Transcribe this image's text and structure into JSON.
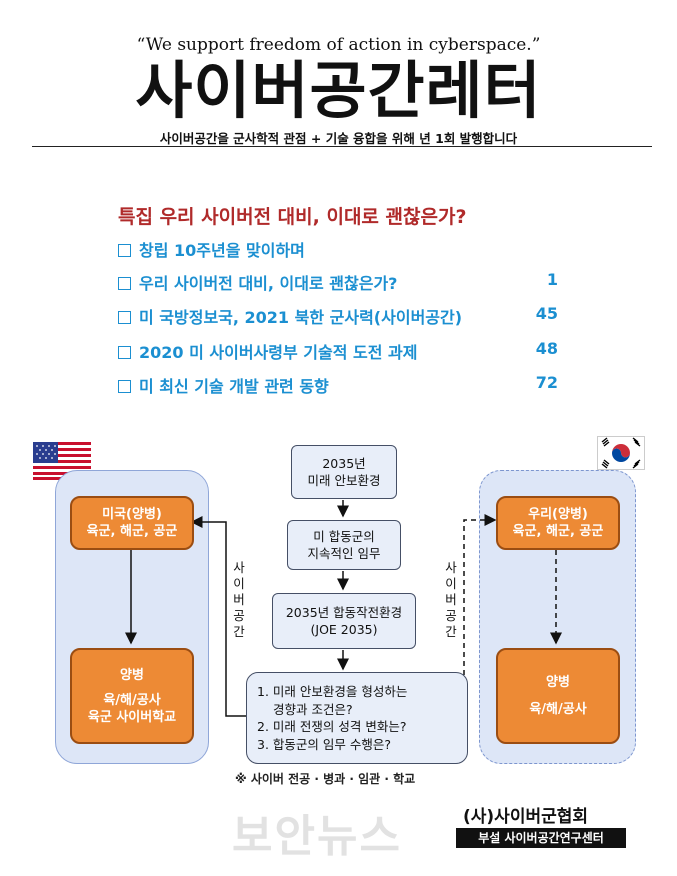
{
  "header": {
    "quote": "“We support freedom of action in cyberspace.”",
    "title": "사이버공간레터",
    "subtitle": "사이버공간을 군사학적 관점 + 기술 융합을 위해 년 1회 발행합니다"
  },
  "special": {
    "label": "특집 우리 사이버전 대비, 이대로 괜찮은가?"
  },
  "toc": [
    {
      "title": "창립 10주년을 맞이하며",
      "page": ""
    },
    {
      "title": "우리 사이버전 대비, 이대로 괜찮은가?",
      "page": "1"
    },
    {
      "title": "미 국방정보국, 2021 북한 군사력(사이버공간)",
      "page": "45"
    },
    {
      "title": "2020 미 사이버사령부 기술적 도전 과제",
      "page": "48"
    },
    {
      "title": "미 최신 기술 개발 관련 동향",
      "page": "72"
    }
  ],
  "diagram": {
    "us_top": [
      "미국(양병)",
      "육군, 해군, 공군"
    ],
    "us_bottom": [
      "양병",
      "",
      "육/해/공사",
      "육군 사이버학교"
    ],
    "kr_top": [
      "우리(양병)",
      "육군, 해군, 공군"
    ],
    "kr_bottom": [
      "양병",
      "",
      "육/해/공사"
    ],
    "center_boxes": [
      [
        "2035년",
        "미래 안보환경"
      ],
      [
        "미 합동군의",
        "지속적인 임무"
      ],
      [
        "2035년 합동작전환경",
        "(JOE 2035)"
      ]
    ],
    "questions": [
      "1. 미래 안보환경을 형성하는",
      "   경향과 조건은?",
      "2. 미래 전쟁의 성격 변화는?",
      "3. 합동군의 임무 수행은?"
    ],
    "side_label": "사이버공간",
    "footnote": "※  사이버 전공 · 병과 · 임관 · 학교"
  },
  "footer": {
    "watermark": "보안뉴스",
    "association": "(사)사이버군협회",
    "center": "부설 사이버공간연구센터"
  },
  "colors": {
    "toc_blue": "#1b8fd1",
    "special_red": "#b02a2a",
    "box_orange": "#ed8a35",
    "panel_blue": "#dde6f7"
  }
}
